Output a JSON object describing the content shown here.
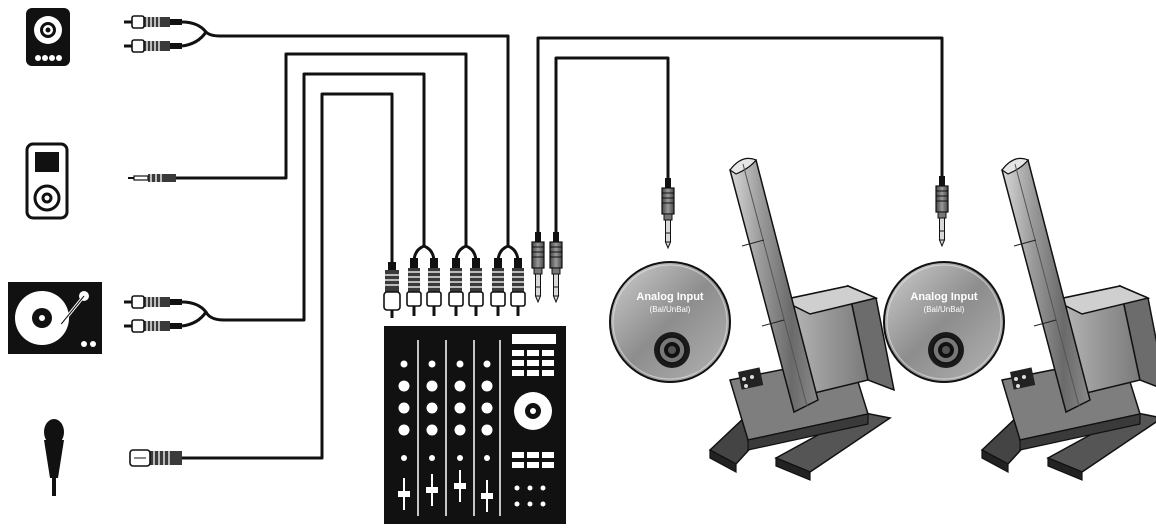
{
  "speakers": [
    {
      "label_title": "Analog Input",
      "label_sub": "(Bal/UnBal)"
    },
    {
      "label_title": "Analog Input",
      "label_sub": "(Bal/UnBal)"
    }
  ],
  "sources": [
    {
      "icon": "cd-player-icon",
      "connector": "rca-pair"
    },
    {
      "icon": "media-player-icon",
      "connector": "mini-jack"
    },
    {
      "icon": "turntable-icon",
      "connector": "rca-pair"
    },
    {
      "icon": "microphone-icon",
      "connector": "xlr"
    }
  ],
  "colors": {
    "ink": "#111111",
    "steel_dark": "#5a5a5a",
    "steel_mid": "#8a8a8a",
    "steel_light": "#c4c4c4",
    "paper": "#ffffff"
  }
}
